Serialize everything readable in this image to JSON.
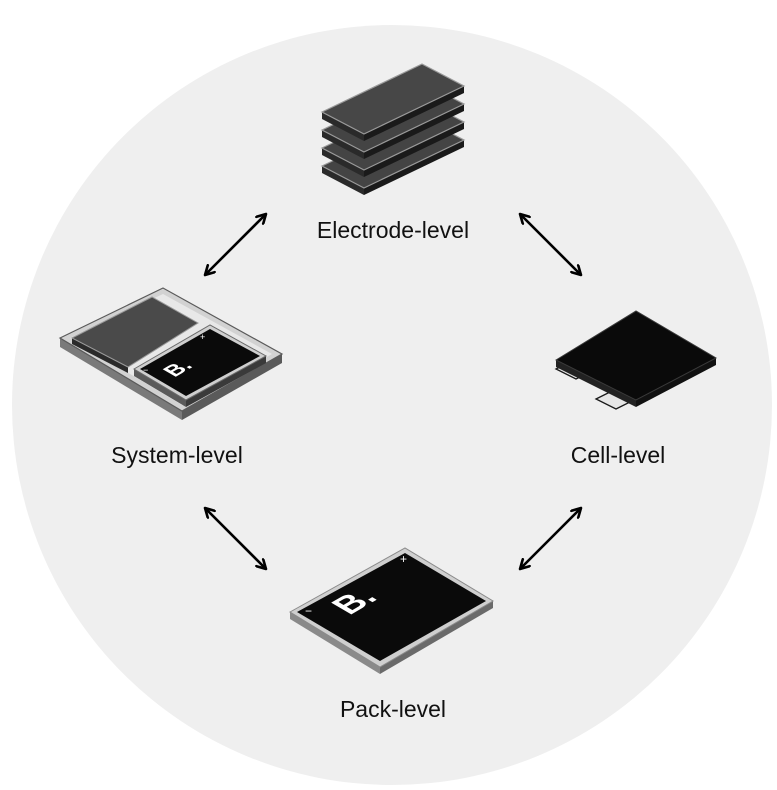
{
  "nodes": {
    "electrode": {
      "label": "Electrode-level"
    },
    "cell": {
      "label": "Cell-level"
    },
    "pack": {
      "label": "Pack-level",
      "logo": "B.",
      "plus": "+",
      "minus": "−"
    },
    "system": {
      "label": "System-level",
      "logo": "B.",
      "plus": "+",
      "minus": "−"
    }
  },
  "arrows": [
    {
      "from": "system",
      "to": "electrode",
      "style": "double-headed"
    },
    {
      "from": "electrode",
      "to": "cell",
      "style": "double-headed"
    },
    {
      "from": "cell",
      "to": "pack",
      "style": "double-headed"
    },
    {
      "from": "pack",
      "to": "system",
      "style": "double-headed"
    }
  ],
  "colors": {
    "background_circle": "#efefef",
    "component_dark": "#0c0c0c",
    "component_edge": "#c8c8c8",
    "arrow": "#000000"
  }
}
